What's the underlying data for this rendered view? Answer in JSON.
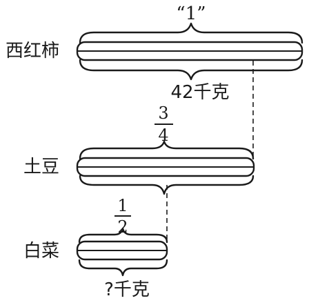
{
  "rows": {
    "tomato": {
      "name": "西红柿",
      "top_label": "“1”",
      "bottom_label": "42千克"
    },
    "potato": {
      "name": "土豆",
      "fraction": {
        "numerator": "3",
        "denominator": "4"
      }
    },
    "cabbage": {
      "name": "白菜",
      "fraction": {
        "numerator": "1",
        "denominator": "2"
      },
      "bottom_label": "?千克"
    }
  }
}
